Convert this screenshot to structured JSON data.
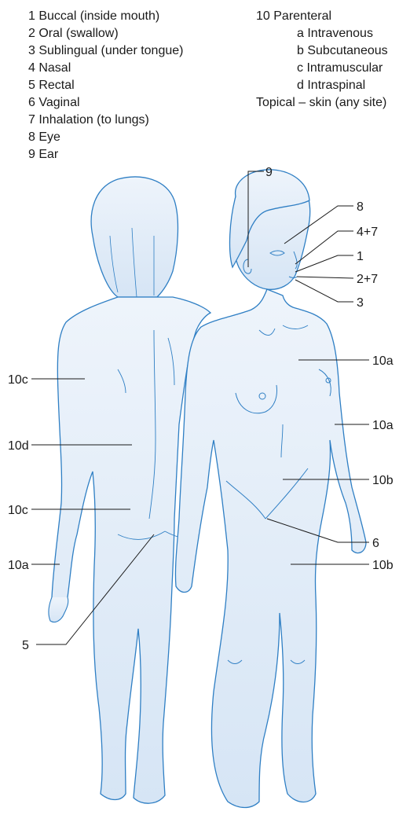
{
  "legend": {
    "left_items": [
      "1 Buccal (inside mouth)",
      "2 Oral (swallow)",
      "3 Sublingual (under tongue)",
      "4 Nasal",
      "5 Rectal",
      "6 Vaginal",
      "7 Inhalation (to lungs)",
      "8 Eye",
      "9 Ear"
    ],
    "right_items": [
      "10 Parenteral",
      "a Intravenous",
      "b Subcutaneous",
      "c Intramuscular",
      "d Intraspinal",
      "Topical – skin (any site)"
    ]
  },
  "callouts": {
    "ear": "9",
    "eye": "8",
    "nasal_inhalation": "4+7",
    "buccal": "1",
    "oral_inhalation": "2+7",
    "sublingual": "3",
    "intravenous_chest": "10a",
    "intravenous_arm": "10a",
    "subcutaneous_abdomen": "10b",
    "vaginal": "6",
    "subcutaneous_thigh": "10b",
    "intramuscular_shoulder": "10c",
    "intraspinal": "10d",
    "intramuscular_buttock": "10c",
    "intravenous_hand": "10a",
    "rectal": "5"
  },
  "colors": {
    "body_fill": "#dde9f6",
    "body_fill_light": "#eef4fb",
    "outline": "#2f7fc4",
    "leader_line": "#1a1a1a"
  }
}
